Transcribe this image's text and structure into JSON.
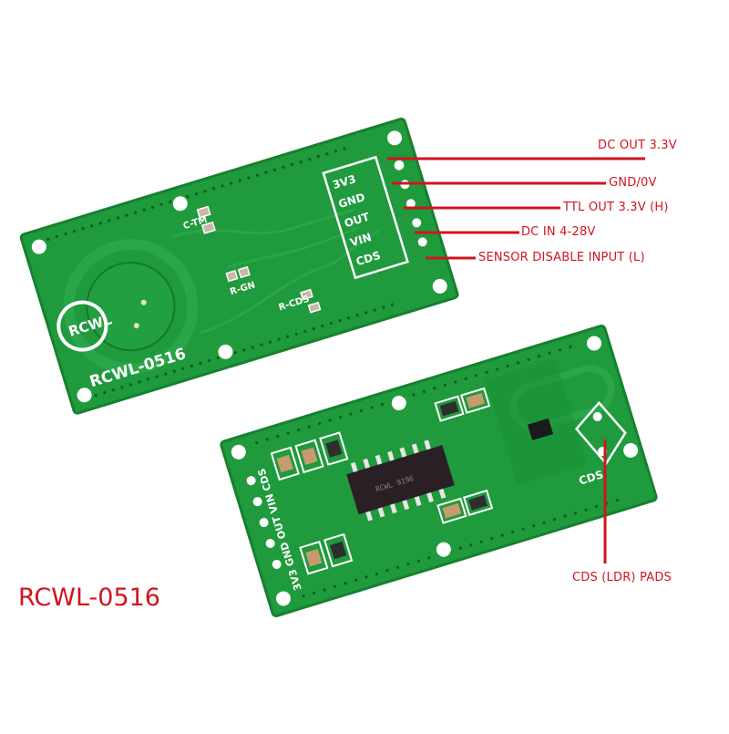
{
  "title": "RCWL-0516",
  "colors": {
    "label_red": "#d1141f",
    "pcb_green": "#1f9a3c",
    "pcb_dark": "#147a2c",
    "silkscreen": "#ffffff",
    "background": "#ffffff"
  },
  "front_board": {
    "silkscreen_model": "RCWL-0516",
    "logo_text": "RCWL",
    "pin_header_labels": [
      "3V3",
      "GND",
      "OUT",
      "VIN",
      "CDS"
    ],
    "component_labels": [
      "C-TM",
      "R-GN",
      "R-CDS"
    ]
  },
  "back_board": {
    "silkscreen_pins": "3V3 GND OUT VIN CDS",
    "cds_label": "CDS",
    "ic_marking": [
      "RCWL 9196"
    ]
  },
  "pin_callouts": [
    {
      "label": "DC OUT 3.3V",
      "pin": "3V3"
    },
    {
      "label": "GND/0V",
      "pin": "GND"
    },
    {
      "label": "TTL OUT 3.3V (H)",
      "pin": "OUT"
    },
    {
      "label": "DC IN 4-28V",
      "pin": "VIN"
    },
    {
      "label": "SENSOR DISABLE INPUT (L)",
      "pin": "CDS"
    }
  ],
  "cds_callout": {
    "label": "CDS (LDR) PADS"
  }
}
